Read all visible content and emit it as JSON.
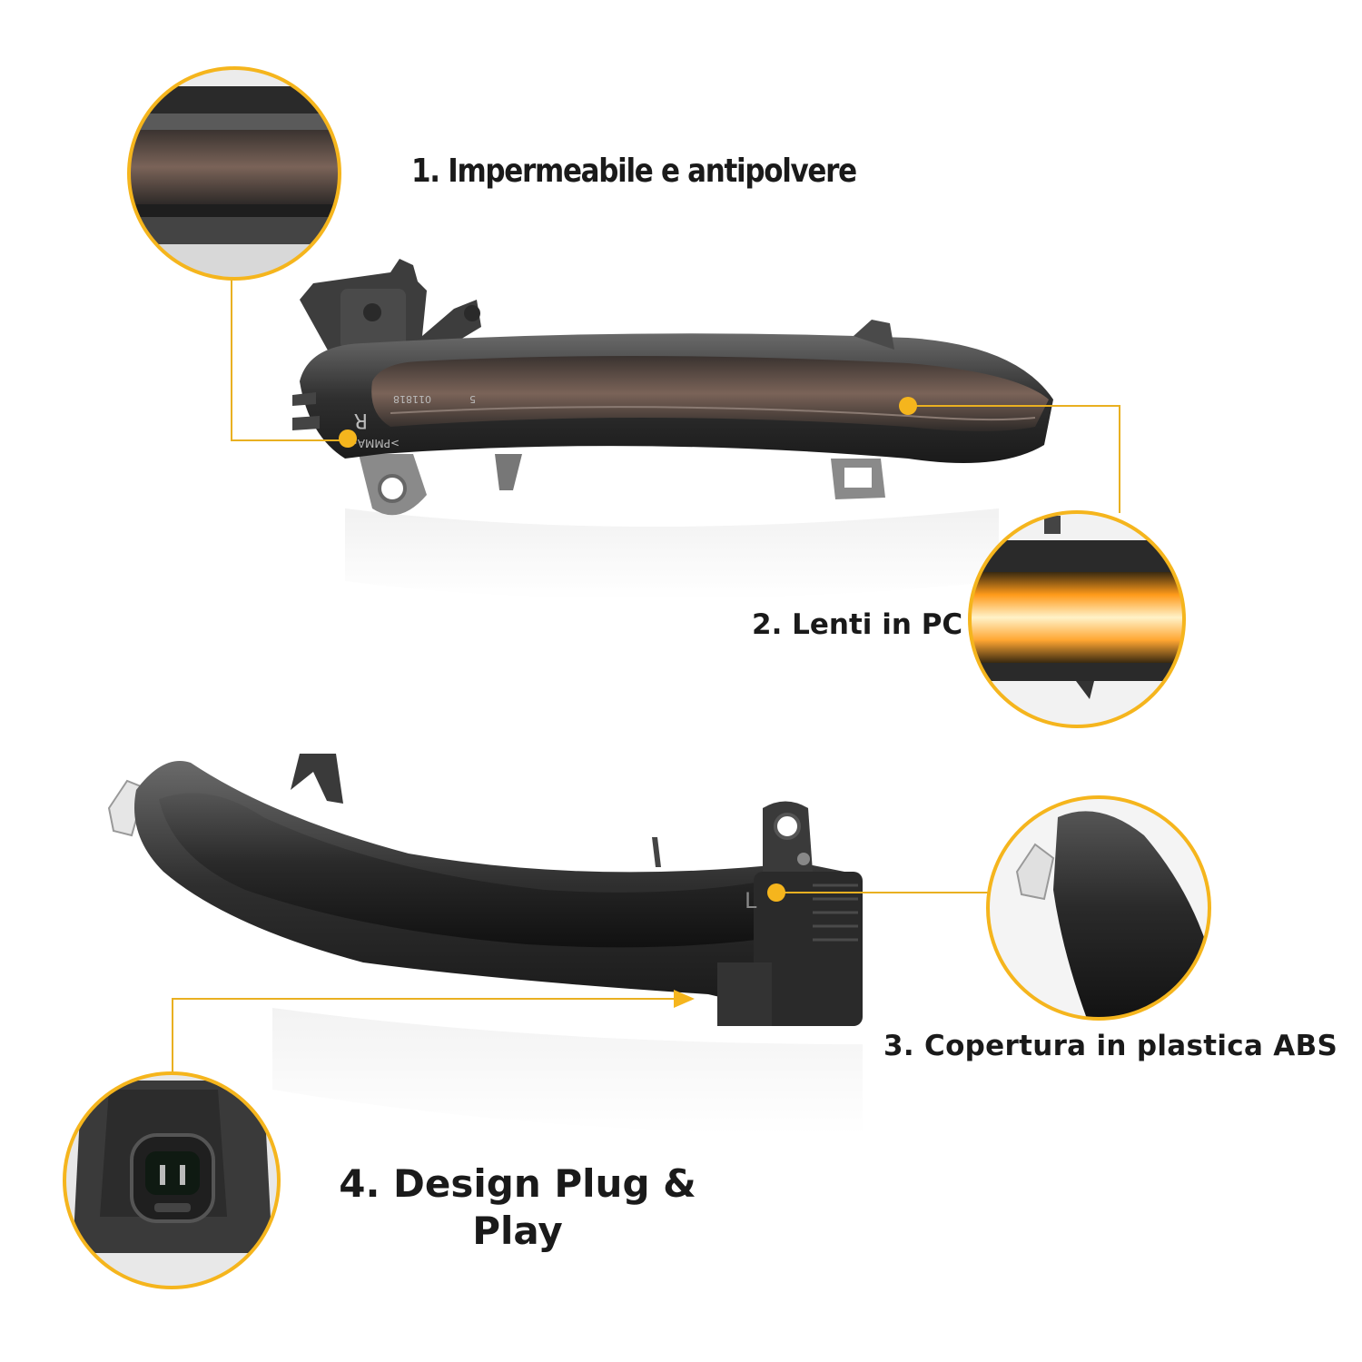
{
  "labels": {
    "feature1": "1. Impermeabile e antipolvere",
    "feature2": "2. Lenti in PC",
    "feature3": "3. Copertura in plastica ABS",
    "feature4": "4. Design Plug & Play"
  },
  "marks": {
    "right_unit_side": "R",
    "right_unit_code": ">PMMA<",
    "right_unit_cert": "011818",
    "right_unit_num": "5",
    "left_unit_side": "L"
  },
  "colors": {
    "accent": "#f5b51d",
    "leader": "#e9b021",
    "housing": "#3a3a3a",
    "lens": "#5a4a44",
    "glow": "#ffb347",
    "background": "#ffffff"
  }
}
